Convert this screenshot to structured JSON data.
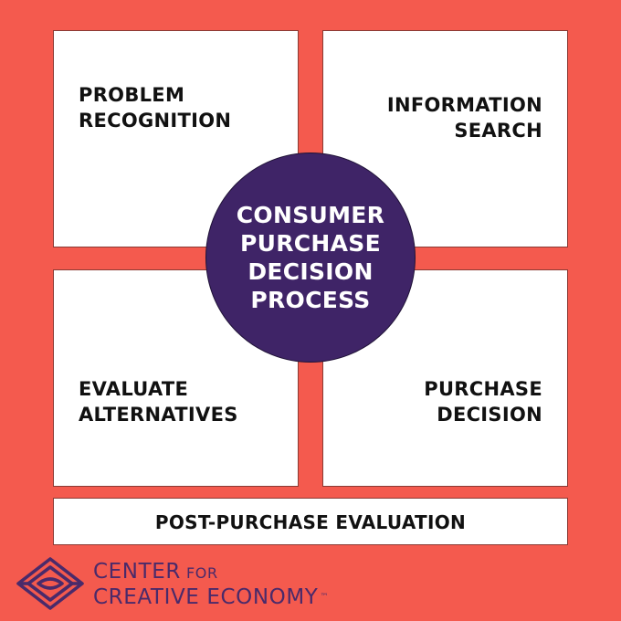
{
  "center": {
    "lines": [
      "CONSUMER",
      "PURCHASE",
      "DECISION",
      "PROCESS"
    ]
  },
  "steps": {
    "top_left": [
      "PROBLEM",
      "RECOGNITION"
    ],
    "top_right": [
      "INFORMATION",
      "SEARCH"
    ],
    "bottom_left": [
      "EVALUATE",
      "ALTERNATIVES"
    ],
    "bottom_right": [
      "PURCHASE",
      "DECISION"
    ],
    "post": "POST-PURCHASE EVALUATION"
  },
  "logo": {
    "line1_main": "CENTER",
    "line1_small": "FOR",
    "line2": "CREATIVE ECONOMY",
    "trademark": "™",
    "icon": "eye-logo-icon"
  },
  "colors": {
    "background": "#f45a4e",
    "card": "#ffffff",
    "circle": "#3f2467",
    "logo": "#4a2a6a"
  }
}
